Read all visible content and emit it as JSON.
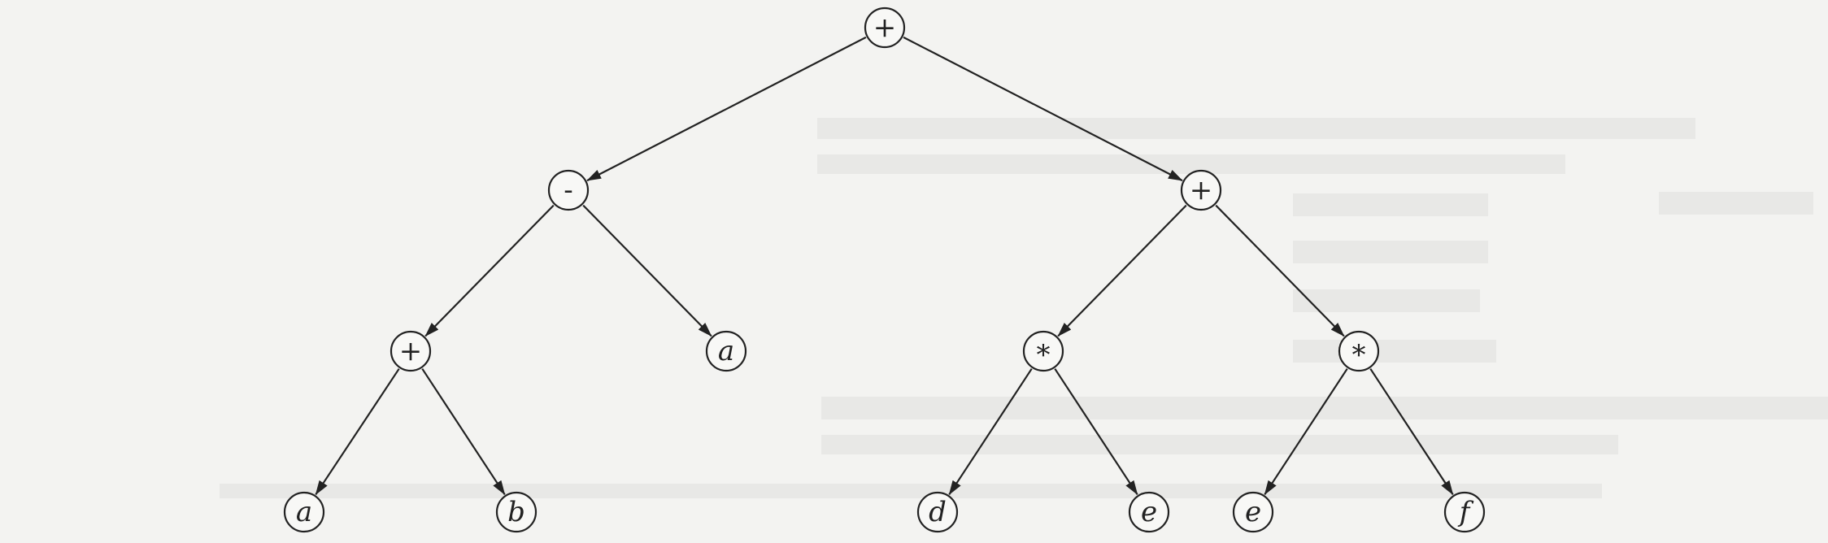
{
  "tree": {
    "nodes": [
      {
        "id": "root",
        "label": "+",
        "italic": false
      },
      {
        "id": "minus",
        "label": "-",
        "italic": false
      },
      {
        "id": "plus-right",
        "label": "+",
        "italic": false
      },
      {
        "id": "plus-left",
        "label": "+",
        "italic": false
      },
      {
        "id": "a-mid",
        "label": "a",
        "italic": true
      },
      {
        "id": "times-left",
        "label": "*",
        "italic": false
      },
      {
        "id": "times-right",
        "label": "*",
        "italic": false
      },
      {
        "id": "leaf-a",
        "label": "a",
        "italic": true
      },
      {
        "id": "leaf-b",
        "label": "b",
        "italic": true
      },
      {
        "id": "leaf-d",
        "label": "d",
        "italic": true
      },
      {
        "id": "leaf-e1",
        "label": "e",
        "italic": true
      },
      {
        "id": "leaf-e2",
        "label": "e",
        "italic": true
      },
      {
        "id": "leaf-f",
        "label": "f",
        "italic": true
      }
    ],
    "edges": [
      [
        "root",
        "minus"
      ],
      [
        "root",
        "plus-right"
      ],
      [
        "minus",
        "plus-left"
      ],
      [
        "minus",
        "a-mid"
      ],
      [
        "plus-right",
        "times-left"
      ],
      [
        "plus-right",
        "times-right"
      ],
      [
        "plus-left",
        "leaf-a"
      ],
      [
        "plus-left",
        "leaf-b"
      ],
      [
        "times-left",
        "leaf-d"
      ],
      [
        "times-left",
        "leaf-e1"
      ],
      [
        "times-right",
        "leaf-e2"
      ],
      [
        "times-right",
        "leaf-f"
      ]
    ]
  }
}
